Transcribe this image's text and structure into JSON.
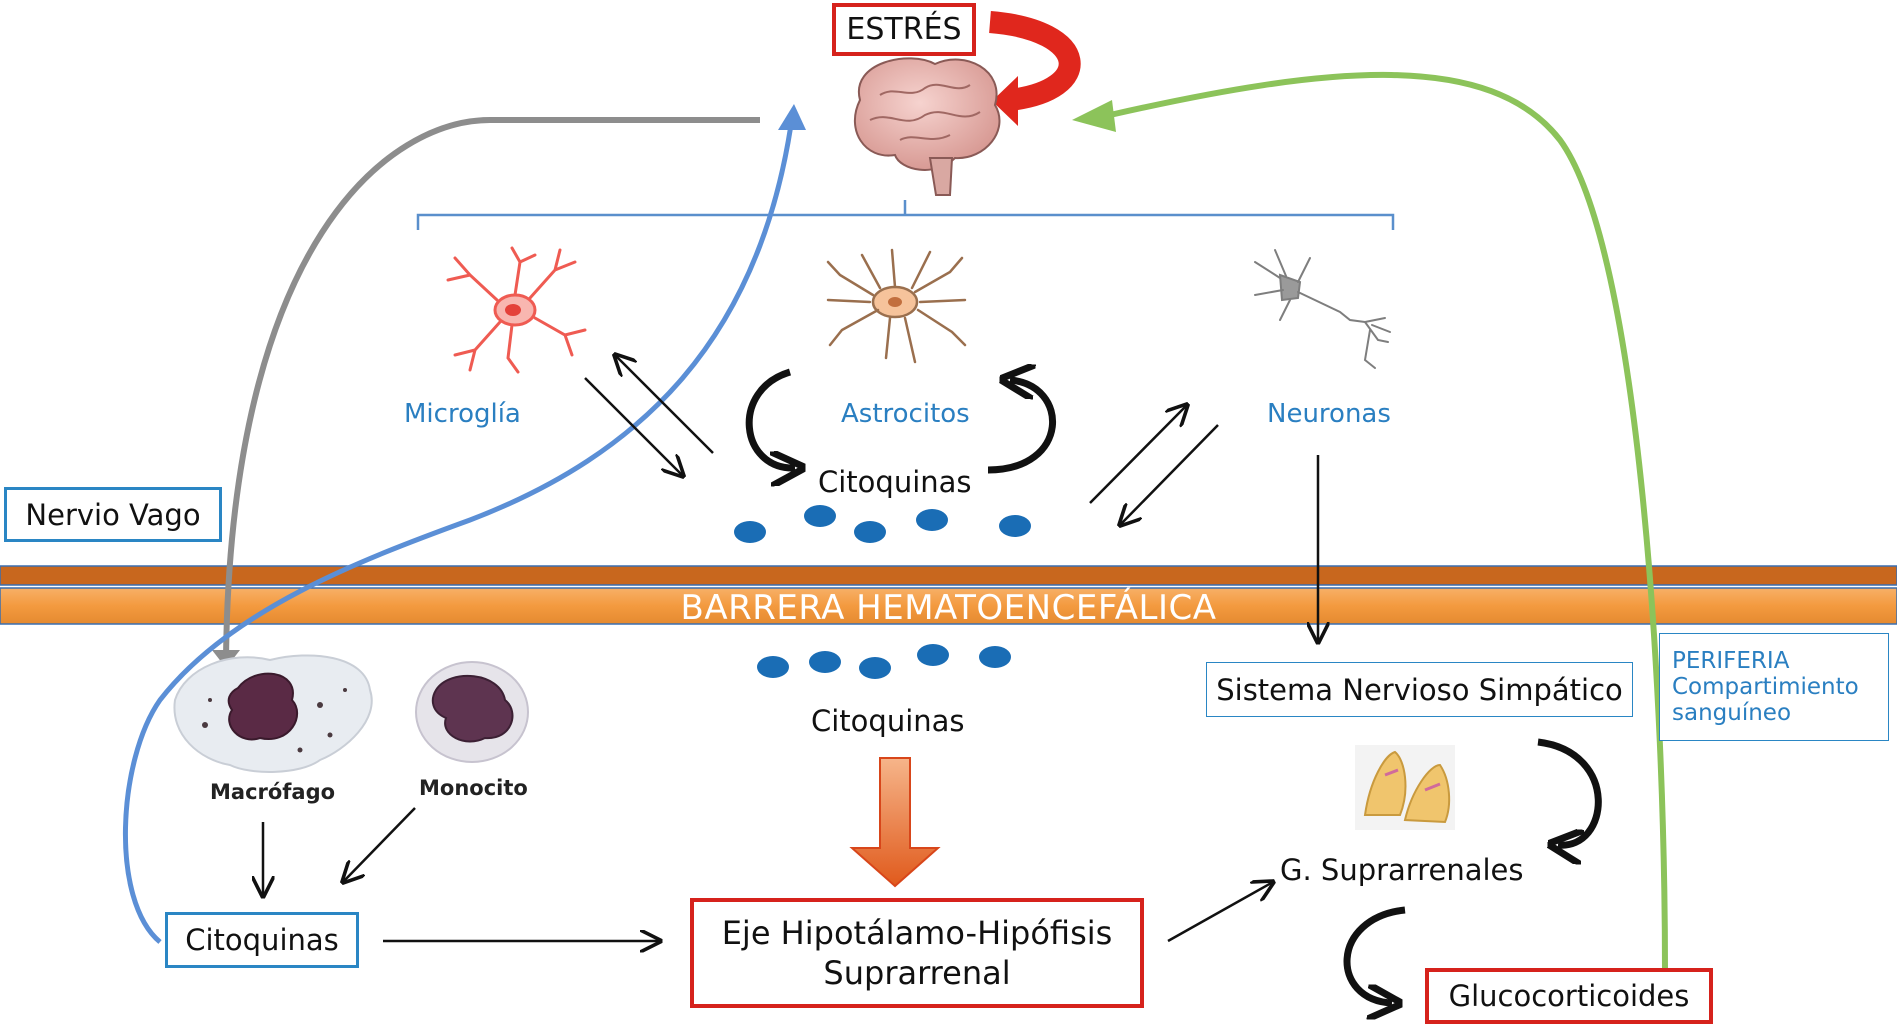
{
  "diagram": {
    "stress_label": "ESTRÉS",
    "barrier_label": "BARRERA HEMATOENCEFÁLICA",
    "cns_cells": {
      "microglia": "Microglía",
      "astrocytes": "Astrocitos",
      "neurons": "Neuronas"
    },
    "cytokines_cns": "Citoquinas",
    "cytokines_periphery": "Citoquinas",
    "vagus_nerve": "Nervio Vago",
    "sympathetic": "Sistema Nervioso Simpático",
    "periphery": {
      "line1": "PERIFERIA",
      "line2": "Compartimiento",
      "line3": "sanguíneo"
    },
    "macrophage": "Macrófago",
    "monocyte": "Monocito",
    "cytokines_box": "Citoquinas",
    "hpa_axis": {
      "line1": "Eje Hipotálamo-Hipófisis",
      "line2": "Suprarrenal"
    },
    "adrenal": "G. Suprarrenales",
    "glucocorticoids": "Glucocorticoides"
  },
  "colors": {
    "red_box": "#d6221c",
    "blue_box": "#2a86c4",
    "label_blue": "#2a7fc1",
    "barrier_orange": "#f5a04a",
    "barrier_dark": "#c8671e",
    "gray_arrow": "#8d8d8d",
    "blue_arrow": "#5b8fd6",
    "green_arrow": "#8cc35a",
    "cytokine_dot": "#1a6db5"
  },
  "icons": [
    "brain-icon",
    "microglia-cell-icon",
    "astrocyte-cell-icon",
    "neuron-cell-icon",
    "macrophage-cell-icon",
    "monocyte-cell-icon",
    "adrenal-gland-icon"
  ]
}
